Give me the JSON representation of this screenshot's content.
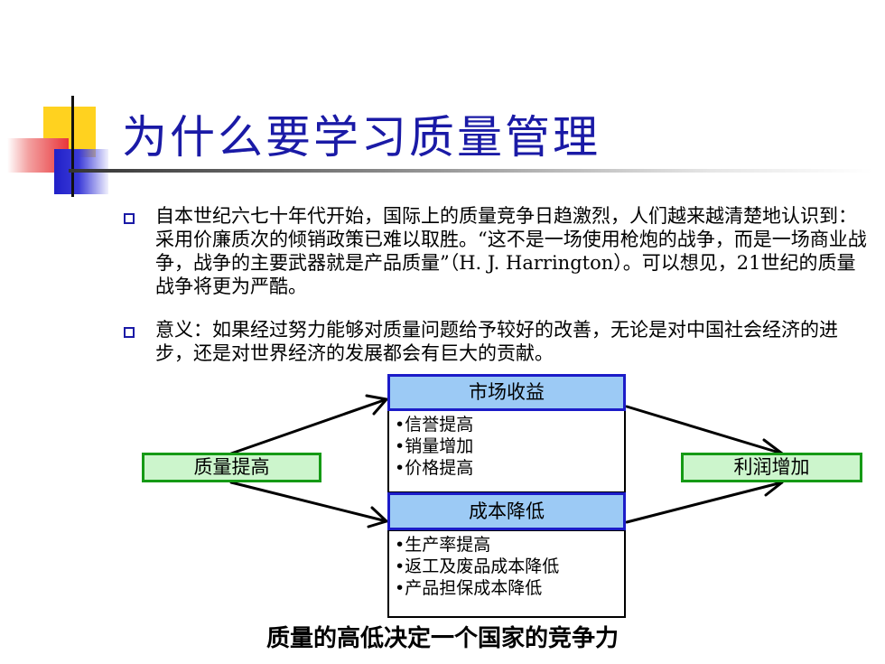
{
  "title": "为什么要学习质量管理",
  "bullets": [
    "自本世纪六七十年代开始，国际上的质量竞争日趋激烈，人们越来越清楚地认识到：采用价廉质次的倾销政策已难以取胜。“这不是一场使用枪炮的战争，而是一场商业战争，战争的主要武器就是产品质量”（H. J. Harrington）。可以想见，21世纪的质量战争将更为严酷。",
    "意义：如果经过努力能够对质量问题给予较好的改善，无论是对中国社会经济的进步，还是对世界经济的发展都会有巨大的贡献。"
  ],
  "diagram": {
    "source": "质量提高",
    "target": "利润增加",
    "market": {
      "title": "市场收益",
      "items": [
        "•信誉提高",
        "•销量增加",
        "•价格提高"
      ]
    },
    "cost": {
      "title": "成本降低",
      "items": [
        "•生产率提高",
        "•返工及废品成本降低",
        "•产品担保成本降低"
      ]
    }
  },
  "caption": "质量的高低决定一个国家的竞争力",
  "colors": {
    "title": "#1a1aa6",
    "green_border": "#159a15",
    "green_fill": "#ccf5cc",
    "blue_border": "#1c1cc8",
    "blue_fill": "#9ccaf5"
  }
}
